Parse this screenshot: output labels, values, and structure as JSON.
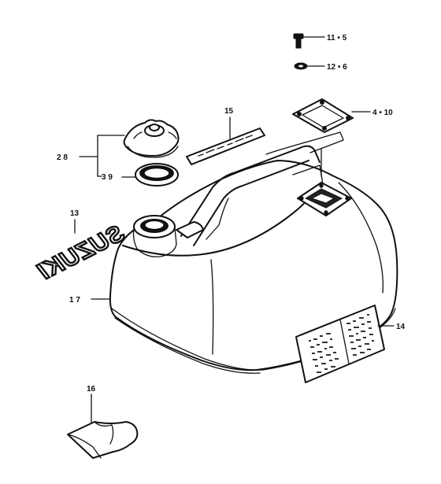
{
  "diagram": {
    "type": "exploded-parts-diagram",
    "callouts": [
      {
        "id": "p11",
        "text": "11 • 5"
      },
      {
        "id": "p12",
        "text": "12 • 6"
      },
      {
        "id": "p410",
        "text": "4 • 10"
      },
      {
        "id": "p15",
        "text": "15"
      },
      {
        "id": "p28",
        "text": "2  8"
      },
      {
        "id": "p39",
        "text": "3  9"
      },
      {
        "id": "p13",
        "text": "13"
      },
      {
        "id": "p17",
        "text": "1  7"
      },
      {
        "id": "p14",
        "text": "14"
      },
      {
        "id": "p16",
        "text": "16"
      }
    ],
    "emblem_text": "SUZUKI"
  }
}
